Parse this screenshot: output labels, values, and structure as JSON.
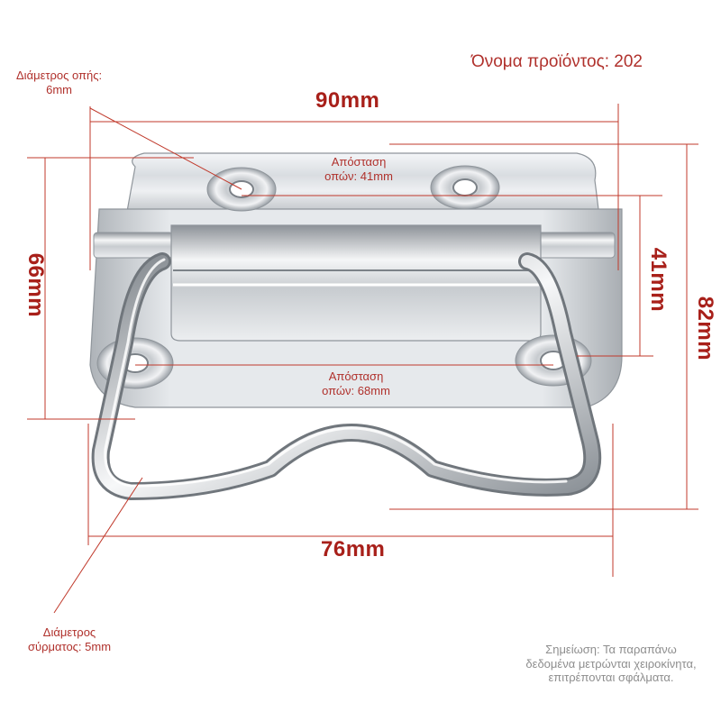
{
  "product_name": "Όνομα προϊόντος: 202",
  "dimensions": {
    "overall_width": "90mm",
    "overall_height": "82mm",
    "plate_height": "66mm",
    "top_hole_vertical": "41mm",
    "handle_width": "76mm"
  },
  "annotations": {
    "hole_diameter_line1": "Διάμετρος οπής:",
    "hole_diameter_line2": "6mm",
    "top_hole_spacing_line1": "Απόσταση",
    "top_hole_spacing_line2": "οπών: 41mm",
    "bottom_hole_spacing_line1": "Απόσταση",
    "bottom_hole_spacing_line2": "οπών: 68mm",
    "wire_diameter_line1": "Διάμετρος",
    "wire_diameter_line2": "σύρματος: 5mm"
  },
  "note": {
    "line1": "Σημείωση: Τα παραπάνω",
    "line2": "δεδομένα μετρώνται χειροκίνητα,",
    "line3": "επιτρέπονται σφάλματα."
  },
  "colors": {
    "dimension_line": "#c0392b",
    "dimension_text": "#a8201a",
    "metal_light": "#f2f4f6",
    "metal_dark": "#8a9096"
  }
}
